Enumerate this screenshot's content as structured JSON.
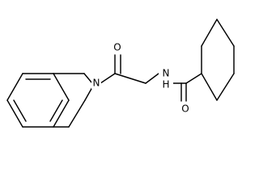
{
  "molecule": {
    "atom_labels": {
      "amide_oxygen_left": "O",
      "ring_nitrogen": "N",
      "amide_nitrogen": "N",
      "hydrogen": "H",
      "amide_oxygen_right": "O"
    }
  },
  "colors": {
    "bond": "#000000",
    "background": "#ffffff"
  }
}
